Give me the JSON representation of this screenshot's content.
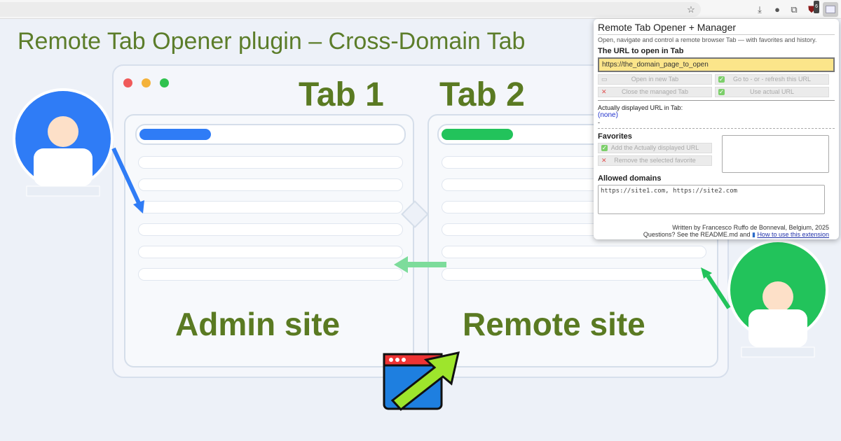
{
  "banner_title": "Remote Tab Opener plugin – Cross-Domain Tab",
  "tab1": "Tab 1",
  "tab2": "Tab 2",
  "admin_site": "Admin site",
  "remote_site": "Remote site",
  "colors": {
    "title_green": "#5c7d2a",
    "blue": "#2f7cf6",
    "green": "#22c35b",
    "arrow_light_green": "#7ddc9b"
  },
  "toolbar": {
    "icons": [
      "bookmark-star-icon",
      "download-icon",
      "profile-icon",
      "extensions-puzzle-icon",
      "ublock-icon",
      "remote-tab-opener-icon"
    ],
    "badge": "6"
  },
  "popup": {
    "title": "Remote Tab Opener + Manager",
    "subtitle": "Open, navigate and control a remote browser Tab — with favorites and history.",
    "url_heading": "The URL to open in Tab",
    "url_value": "https://the_domain_page_to_open",
    "buttons": {
      "open": "Open in new Tab",
      "goto": "Go to - or - refresh this URL",
      "close": "Close the managed Tab",
      "use_actual": "Use actual URL"
    },
    "displayed_label": "Actually displayed URL in Tab:",
    "displayed_value": "(none)",
    "displayed_extra": "-",
    "favorites_heading": "Favorites",
    "fav_add": "Add the Actually displayed URL",
    "fav_remove": "Remove the selected favorite",
    "domains_heading": "Allowed domains",
    "domains_value": "https://site1.com, https://site2.com",
    "footer1": "Written by Francesco Ruffo de Bonneval, Belgium, 2025",
    "footer2": "Questions? See the README.md and",
    "footer_link": "How to use this extension"
  }
}
